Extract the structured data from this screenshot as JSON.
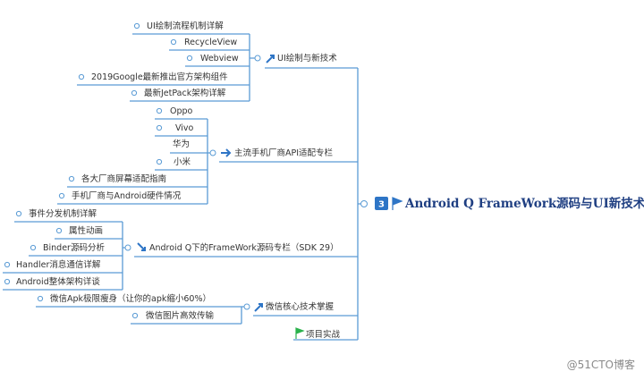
{
  "root": {
    "badge": "3",
    "label": "Android Q FrameWork源码与UI新技术"
  },
  "categories": [
    {
      "label": "UI绘制与新技术",
      "icon": "blue-arrow-up-right-icon",
      "items": [
        "UI绘制流程机制详解",
        "RecycleView",
        "Webview",
        "2019Google最新推出官方架构组件",
        "最新JetPack架构详解"
      ]
    },
    {
      "label": "主流手机厂商API适配专栏",
      "icon": "blue-arrow-right-icon",
      "items": [
        "Oppo",
        "Vivo",
        "华为",
        "小米",
        "各大厂商屏幕适配指南",
        "手机厂商与Android硬件情况"
      ]
    },
    {
      "label": "Android Q下的FrameWork源码专栏（SDK 29）",
      "icon": "blue-arrow-down-right-icon",
      "items": [
        "事件分发机制详解",
        "属性动画",
        "Binder源码分析",
        "Handler消息通信详解",
        "Android整体架构详谈"
      ]
    },
    {
      "label": "微信核心技术掌握",
      "icon": "blue-arrow-up-right-icon",
      "items": [
        "微信Apk极限瘦身（让你的apk缩小60%）",
        "微信图片高效传输"
      ]
    },
    {
      "label": "项目实战",
      "icon": "green-flag-icon",
      "items": []
    }
  ],
  "watermark": "@51CTO博客",
  "colors": {
    "line": "#5a9bd5",
    "root_text": "#1f3f82",
    "badge": "#2e75c6",
    "flag_green": "#2bb24c"
  }
}
